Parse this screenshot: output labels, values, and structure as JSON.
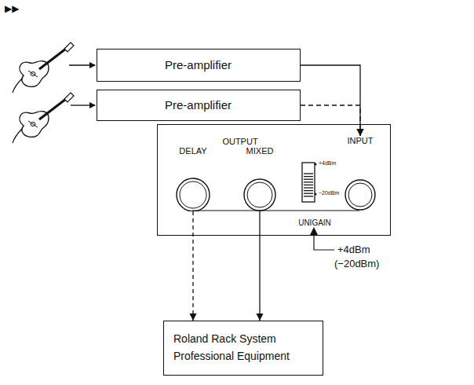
{
  "diagram": {
    "nodes": [
      {
        "text": [
          "Pre-amplifier"
        ]
      },
      {
        "text": [
          "Pre-amplifier"
        ]
      },
      {
        "text": [
          "OUTPUT"
        ]
      },
      {
        "text": [
          "DELAY"
        ],
        "in": 2
      },
      {
        "text": [
          "MIXED"
        ],
        "in": 2
      },
      {
        "text": [
          "UNIGAIN"
        ],
        "in": 2
      },
      {
        "text": [
          "INPUT"
        ],
        "in": 2
      },
      {
        "text": [
          "Roland Rack System Professional Equipment"
        ]
      }
    ],
    "edges": [
      {
        "from": 0,
        "to": 6,
        "arrow": "to"
      },
      {
        "from": 1,
        "to": 6,
        "arrow": "to"
      },
      {
        "from": 3,
        "to": 7,
        "arrow": "to"
      },
      {
        "from": 4,
        "to": 7,
        "arrow": "to"
      }
    ],
    "labels": [
      "▶▶",
      "+4dBm",
      "−20dBm",
      "+4dBm",
      "(−20dBm)"
    ]
  }
}
